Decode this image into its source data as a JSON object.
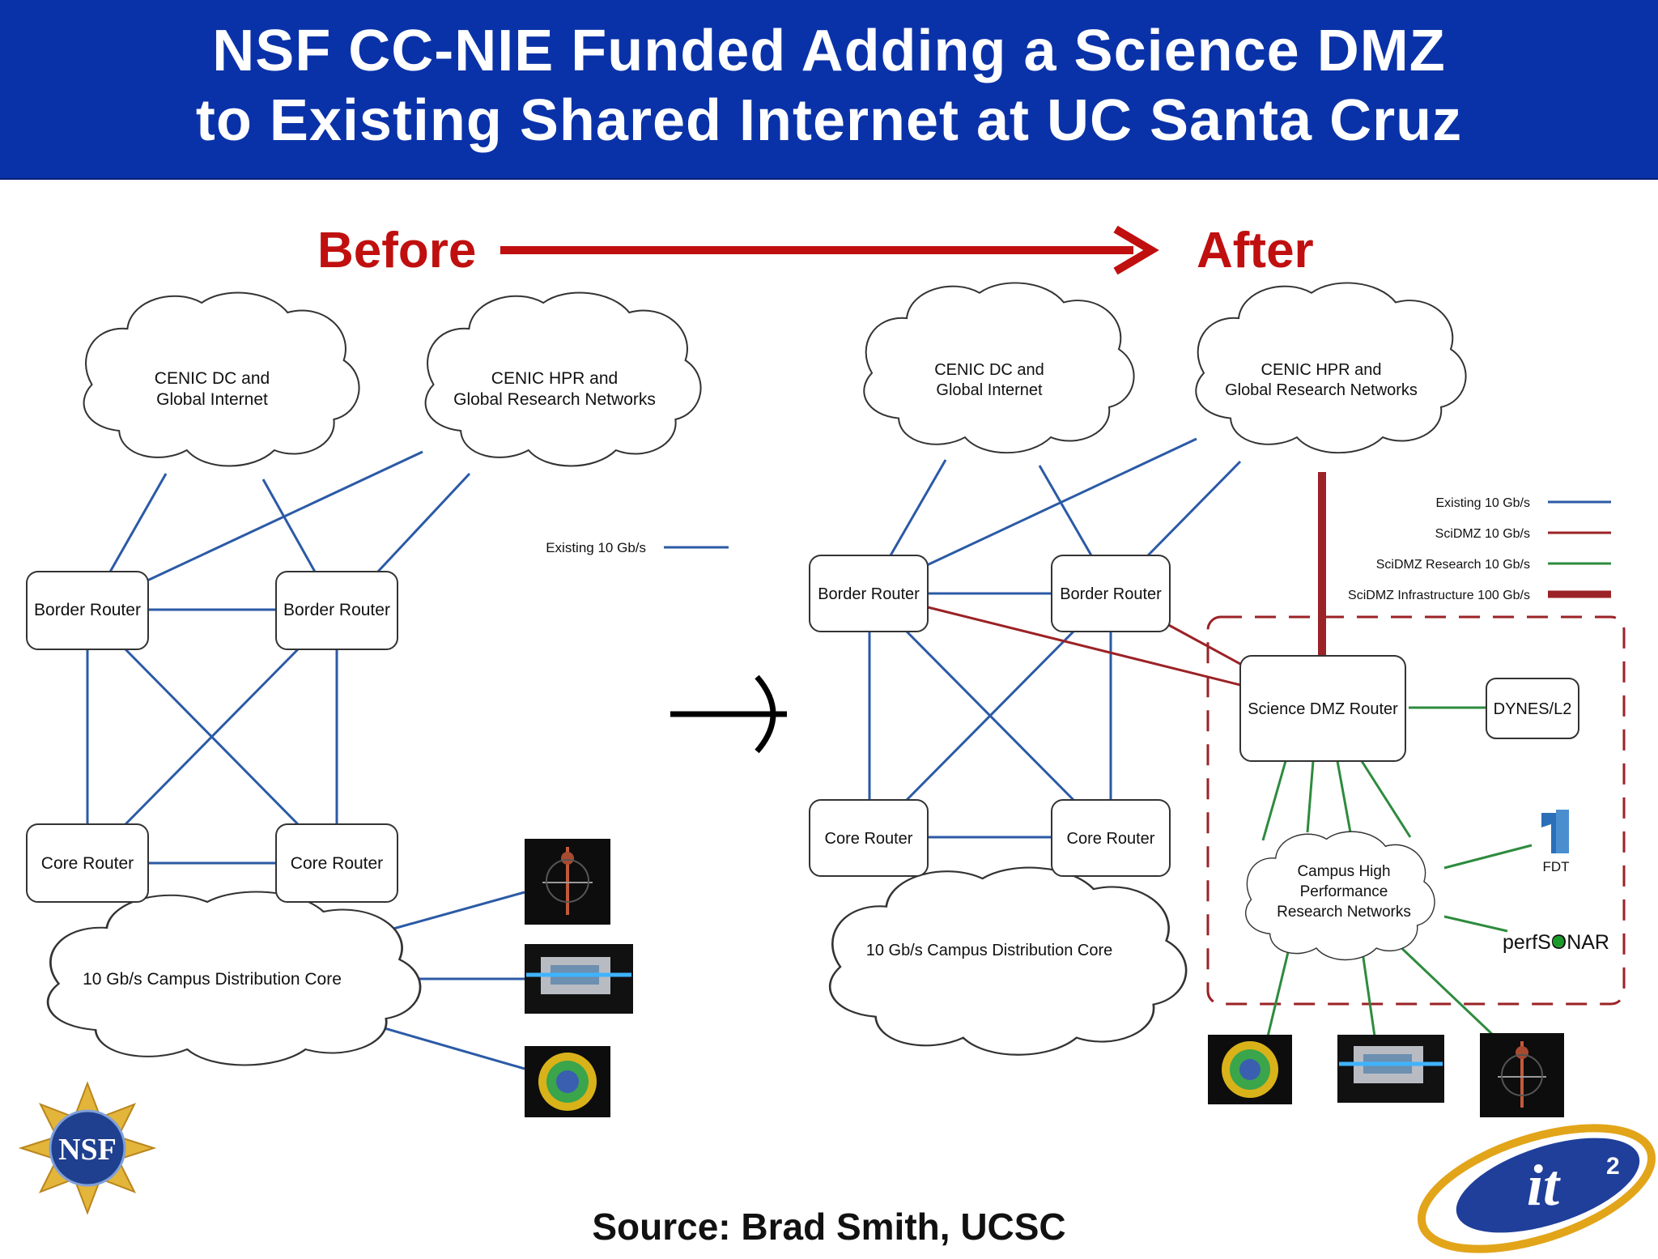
{
  "title": {
    "line1": "NSF CC-NIE Funded Adding a Science DMZ",
    "line2": "to Existing Shared Internet at UC Santa Cruz"
  },
  "before_label": "Before",
  "after_label": "After",
  "source": "Source: Brad Smith, UCSC",
  "colors": {
    "banner": "#0a32a8",
    "existing": "#2b5aa6",
    "scidmz": "#9b2226",
    "research": "#2e8b3e",
    "heading_red": "#c00f0f"
  },
  "before": {
    "cloud_cenic_dc": [
      "CENIC DC and",
      "Global Internet"
    ],
    "cloud_cenic_hpr": [
      "CENIC HPR and",
      "Global Research Networks"
    ],
    "border_router_1": "Border Router",
    "border_router_2": "Border Router",
    "core_router_1": "Core Router",
    "core_router_2": "Core Router",
    "cloud_campus": "10 Gb/s Campus Distribution Core",
    "legend_existing": "Existing 10 Gb/s"
  },
  "after": {
    "cloud_cenic_dc": [
      "CENIC DC and",
      "Global Internet"
    ],
    "cloud_cenic_hpr": [
      "CENIC HPR and",
      "Global Research Networks"
    ],
    "border_router_1": "Border Router",
    "border_router_2": "Border Router",
    "core_router_1": "Core Router",
    "core_router_2": "Core Router",
    "cloud_campus": "10 Gb/s Campus Distribution Core",
    "science_dmz_router": "Science DMZ Router",
    "dynes": "DYNES/L2",
    "cloud_research": [
      "Campus High",
      "Performance",
      "Research Networks"
    ],
    "fdt": "FDT",
    "perfsonar": "perfSONAR",
    "legend": [
      "Existing 10 Gb/s",
      "SciDMZ 10 Gb/s",
      "SciDMZ Research 10 Gb/s",
      "SciDMZ Infrastructure 100 Gb/s"
    ]
  },
  "logos": {
    "nsf": "NSF",
    "it2": "it"
  }
}
